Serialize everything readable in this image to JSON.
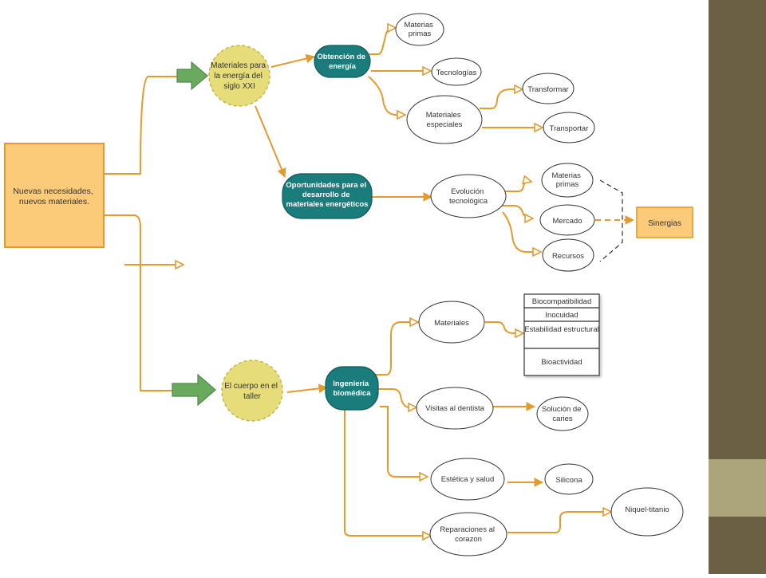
{
  "diagram": {
    "colors": {
      "connector": "#E49B2D",
      "root_fill": "#FBCB7A",
      "root_stroke": "#E49B2D",
      "topic_fill": "#E6DD7A",
      "topic_stroke": "#C4B23A",
      "hub_fill": "#1B7C7C",
      "hub_text": "#FFFFFF",
      "green_arrow": "#6AAA5E",
      "green_arrow_stroke": "#4E8A45",
      "sinergias_fill": "#FBCB7A",
      "side_dark": "#6B5F44",
      "side_light": "#ACA57B"
    },
    "root": {
      "lines": [
        "Nuevas necesidades,",
        "nuevos materiales."
      ]
    },
    "topics": {
      "energia": {
        "lines": [
          "Materiales para",
          "la energía del",
          "siglo XXI"
        ]
      },
      "cuerpo": {
        "lines": [
          "El cuerpo en el",
          "taller"
        ]
      }
    },
    "hubs": {
      "obtencion": {
        "lines": [
          "Obtención de",
          "energía"
        ]
      },
      "oportunidades": {
        "lines": [
          "Oportunidades para el",
          "desarrollo de",
          "materiales energéticos"
        ]
      },
      "ingenieria": {
        "lines": [
          "Ingeniería",
          "biomédica"
        ]
      }
    },
    "leaves": {
      "materias_primas_1": {
        "lines": [
          "Materias",
          "primas"
        ]
      },
      "tecnologias": {
        "lines": [
          "Tecnologías"
        ]
      },
      "materiales_especiales": {
        "lines": [
          "Materiales",
          "especiales"
        ]
      },
      "transformar": {
        "lines": [
          "Transformar"
        ]
      },
      "transportar": {
        "lines": [
          "Transportar"
        ]
      },
      "evolucion": {
        "lines": [
          "Evolución",
          "tecnológica"
        ]
      },
      "materias_primas_2": {
        "lines": [
          "Materias",
          "primas"
        ]
      },
      "mercado": {
        "lines": [
          "Mercado"
        ]
      },
      "recursos": {
        "lines": [
          "Recursos"
        ]
      },
      "materiales": {
        "lines": [
          "Materiales"
        ]
      },
      "visitas": {
        "lines": [
          "Visitas al dentista"
        ]
      },
      "solucion": {
        "lines": [
          "Solución de",
          "caries"
        ]
      },
      "estetica": {
        "lines": [
          "Estética y salud"
        ]
      },
      "silicona": {
        "lines": [
          "Silicona"
        ]
      },
      "reparaciones": {
        "lines": [
          "Reparaciones al",
          "corazon"
        ]
      },
      "niquel": {
        "lines": [
          "Niquel-titanio"
        ]
      }
    },
    "sinergias": {
      "label": "Sinergias"
    },
    "property_table": {
      "rows": [
        "Biocompatibilidad",
        "Inocuidad",
        "Estabilidad estructural",
        "Bioactividad"
      ]
    }
  }
}
